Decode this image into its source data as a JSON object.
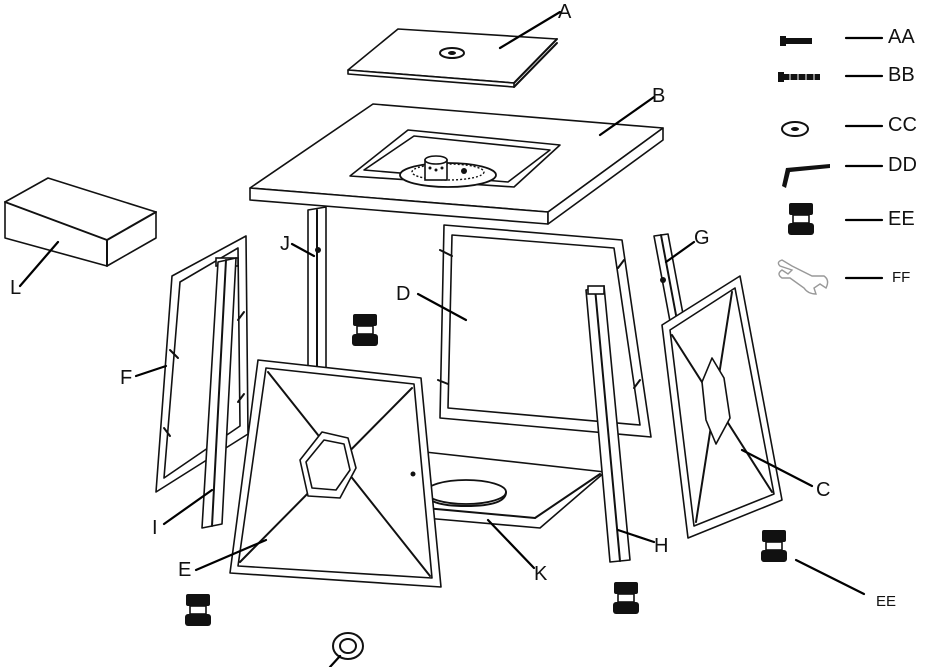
{
  "diagram": {
    "part_labels": {
      "a": "A",
      "b": "B",
      "c": "C",
      "d": "D",
      "e": "E",
      "f": "F",
      "g": "G",
      "h": "H",
      "i": "I",
      "j": "J",
      "k": "K",
      "l": "L"
    },
    "hardware_labels": {
      "aa": "AA",
      "bb": "BB",
      "cc": "CC",
      "dd": "DD",
      "ee": "EE",
      "ff": "FF"
    },
    "ee_callout": "EE"
  }
}
